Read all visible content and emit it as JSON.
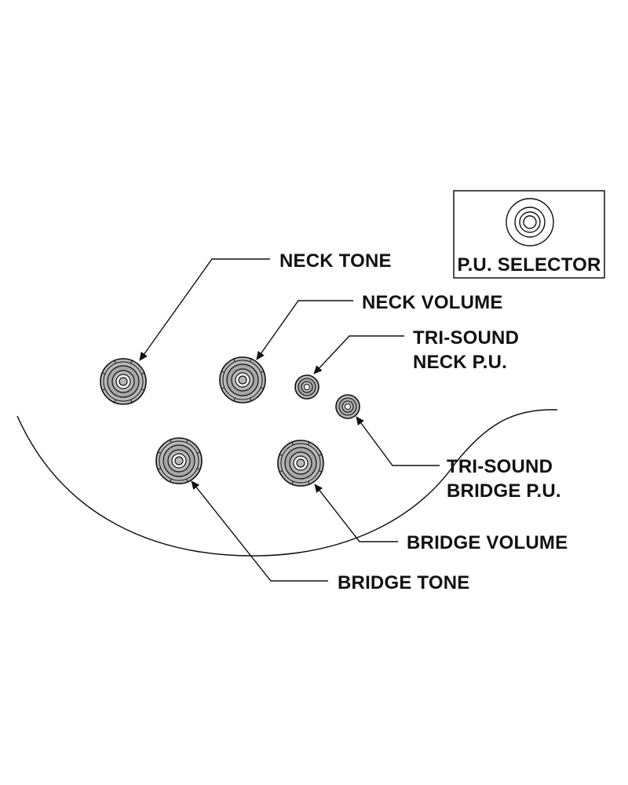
{
  "colors": {
    "knob_fill": "#b8b8b8",
    "knob_inner": "#a7a7a7",
    "line": "#111111",
    "background": "#ffffff"
  },
  "selector_box": {
    "label": "P.U. SELECTOR",
    "icon": "selector-switch-icon"
  },
  "controls": {
    "neck_tone": {
      "label": "NECK TONE",
      "icon": "knob-icon"
    },
    "neck_volume": {
      "label": "NECK VOLUME",
      "icon": "knob-icon"
    },
    "tri_sound_neck": {
      "label_line1": "TRI-SOUND",
      "label_line2": "NECK P.U.",
      "icon": "mini-switch-icon"
    },
    "tri_sound_bridge": {
      "label_line1": "TRI-SOUND",
      "label_line2": "BRIDGE P.U.",
      "icon": "mini-switch-icon"
    },
    "bridge_volume": {
      "label": "BRIDGE VOLUME",
      "icon": "knob-icon"
    },
    "bridge_tone": {
      "label": "BRIDGE TONE",
      "icon": "knob-icon"
    }
  }
}
